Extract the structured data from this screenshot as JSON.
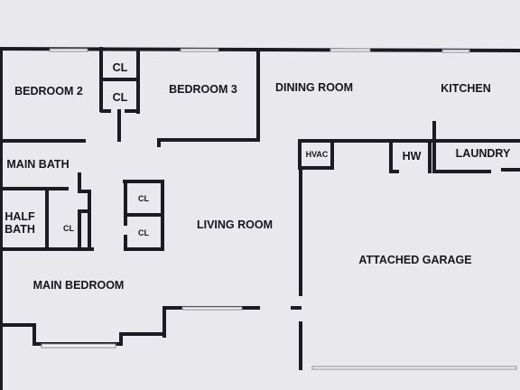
{
  "rooms": {
    "bedroom_2": "BEDROOM 2",
    "bedroom_3": "BEDROOM 3",
    "dining_room": "DINING ROOM",
    "kitchen": "KITCHEN",
    "closet_top": "CL",
    "closet_middle": "CL",
    "main_bath": "MAIN BATH",
    "half_bath_line1": "HALF",
    "half_bath_line2": "BATH",
    "half_bath_closet": "CL",
    "hall_closet_upper": "CL",
    "hall_closet_lower": "CL",
    "living_room": "LIVING ROOM",
    "main_bedroom": "MAIN BEDROOM",
    "hvac": "HVAC",
    "water_heater": "HW",
    "laundry": "LAUNDRY",
    "attached_garage": "ATTACHED GARAGE"
  },
  "colors": {
    "paper": "#e9e8ec",
    "wall": "#1c1b21",
    "text": "#17161c"
  }
}
